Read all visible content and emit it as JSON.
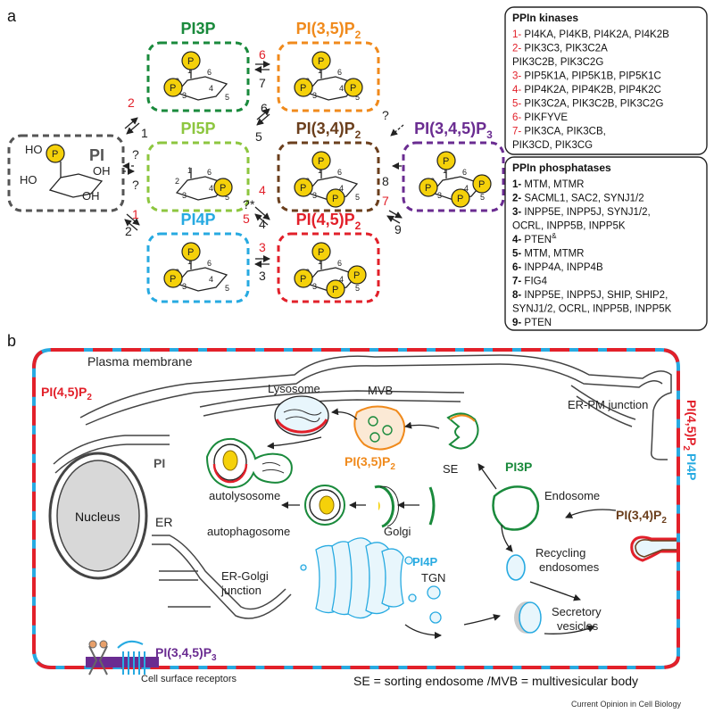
{
  "panel_a": {
    "label": "a",
    "species": {
      "pi": {
        "name": "PI",
        "color": "#555555"
      },
      "pi3p": {
        "name": "PI3P",
        "color": "#1a8a3c"
      },
      "pi35p2": {
        "name": "PI(3,5)P",
        "sub": "2",
        "color": "#f08a1c"
      },
      "pi5p": {
        "name": "PI5P",
        "color": "#8dc63f"
      },
      "pi34p2": {
        "name": "PI(3,4)P",
        "sub": "2",
        "color": "#6b3f1d"
      },
      "pi345p3": {
        "name": "PI(3,4,5)P",
        "sub": "3",
        "color": "#6a2c91"
      },
      "pi4p": {
        "name": "PI4P",
        "color": "#27aae1"
      },
      "pi45p2": {
        "name": "PI(4,5)P",
        "sub": "2",
        "color": "#e2202a"
      }
    },
    "ring_numbers": [
      "1",
      "2",
      "3",
      "4",
      "5",
      "6"
    ],
    "phosphate": "P",
    "pi_groups": {
      "ho": "HO",
      "oh": "OH"
    },
    "question": "?",
    "star": "*",
    "arrow_numbers": {
      "n1": "1",
      "n2": "2",
      "n3": "3",
      "n4": "4",
      "n5": "5",
      "n6": "6",
      "n7": "7",
      "n8": "8",
      "n9": "9"
    },
    "kinases": {
      "title": "PPIn kinases",
      "items": [
        {
          "n": "1-",
          "text": "PI4KA, PI4KB, PI4K2A, PI4K2B"
        },
        {
          "n": "2-",
          "text": "PIK3C3, PIK3C2A"
        },
        {
          "n": "",
          "text": "PIK3C2B, PIK3C2G"
        },
        {
          "n": "3-",
          "text": "PIP5K1A, PIP5K1B, PIP5K1C"
        },
        {
          "n": "4-",
          "text": "PIP4K2A, PIP4K2B, PIP4K2C"
        },
        {
          "n": "5-",
          "text": "PIK3C2A, PIK3C2B, PIK3C2G"
        },
        {
          "n": "6-",
          "text": "PIKFYVE"
        },
        {
          "n": "7-",
          "text": "PIK3CA, PIK3CB,"
        },
        {
          "n": "",
          "text": "PIK3CD, PIK3CG"
        }
      ]
    },
    "phosphatases": {
      "title": "PPIn phosphatases",
      "items": [
        {
          "n": "1-",
          "text": "MTM, MTMR"
        },
        {
          "n": "2-",
          "text": "SACML1, SAC2, SYNJ1/2"
        },
        {
          "n": "3-",
          "text": "INPP5E, INPP5J, SYNJ1/2,"
        },
        {
          "n": "",
          "text": "OCRL, INPP5B, INPP5K"
        },
        {
          "n": "4-",
          "text": "PTEN",
          "sup": "&"
        },
        {
          "n": "5-",
          "text": "MTM, MTMR"
        },
        {
          "n": "6-",
          "text": "INPP4A, INPP4B"
        },
        {
          "n": "7-",
          "text": "FIG4"
        },
        {
          "n": "8-",
          "text": "INPP5E, INPP5J, SHIP, SHIP2,"
        },
        {
          "n": "",
          "text": "SYNJ1/2, OCRL, INPP5B, INPP5K"
        },
        {
          "n": "9-",
          "text": "PTEN"
        }
      ]
    }
  },
  "panel_b": {
    "label": "b",
    "plasma_membrane": "Plasma membrane",
    "pi45p2_left": {
      "text": "PI(4,5)P",
      "sub": "2"
    },
    "pi45p2_right": {
      "text": "PI(4,5)P",
      "sub": "2"
    },
    "pi4p_right": "PI4P",
    "er_pm": "ER-PM junction",
    "lysosome": "Lysosome",
    "mvb": "MVB",
    "pi35p2": {
      "text": "PI(3,5)P",
      "sub": "2"
    },
    "se": "SE",
    "pi3p": "PI3P",
    "endosome": "Endosome",
    "pi34p2": {
      "text": "PI(3,4)P",
      "sub": "2"
    },
    "pi": "PI",
    "nucleus": "Nucleus",
    "er": "ER",
    "autolysosome": "autolysosome",
    "autophagosome": "autophagosome",
    "er_golgi": "ER-Golgi",
    "junction": "junction",
    "golgi": "Golgi",
    "pi4p": "PI4P",
    "tgn": "TGN",
    "recycling1": "Recycling",
    "recycling2": "endosomes",
    "secretory1": "Secretory",
    "secretory2": "vesicles",
    "pi345p3": {
      "text": "PI(3,4,5)P",
      "sub": "3"
    },
    "receptors": "Cell surface receptors",
    "footnote": "SE = sorting endosome /MVB = multivesicular body"
  },
  "credit": "Current Opinion in Cell Biology"
}
